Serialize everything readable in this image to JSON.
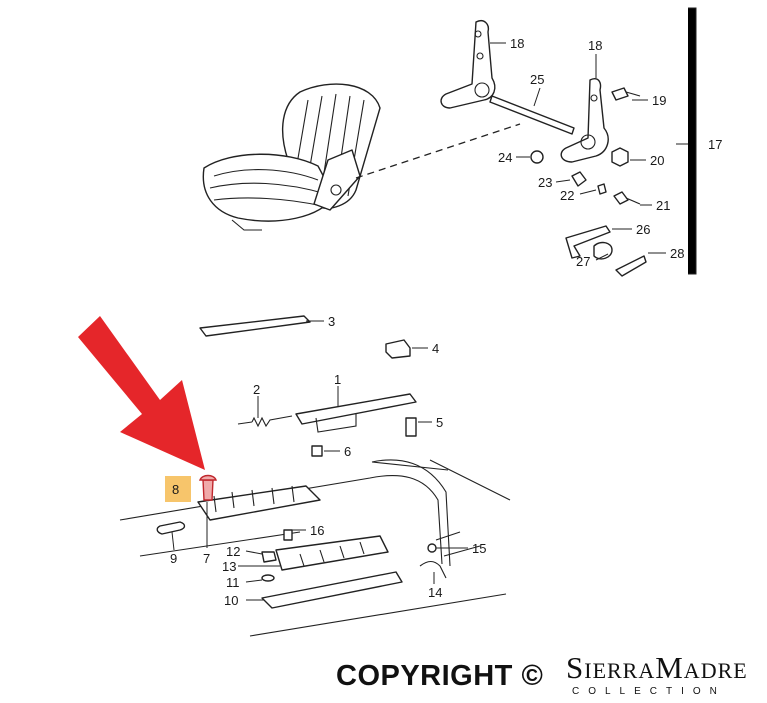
{
  "labels": {
    "p1": "1",
    "p2": "2",
    "p3": "3",
    "p4": "4",
    "p5": "5",
    "p6": "6",
    "p7": "7",
    "p8": "8",
    "p9": "9",
    "p10": "10",
    "p11": "11",
    "p12": "12",
    "p13": "13",
    "p14": "14",
    "p15": "15",
    "p16": "16",
    "p17": "17",
    "p18a": "18",
    "p18b": "18",
    "p19": "19",
    "p20": "20",
    "p21": "21",
    "p22": "22",
    "p23": "23",
    "p24": "24",
    "p25": "25",
    "p26": "26",
    "p27": "27",
    "p28": "28"
  },
  "highlight": {
    "part": "8",
    "box_color": "#f7c56b",
    "arrow_color": "#e5262a"
  },
  "footer": {
    "copyright": "COPYRIGHT ©",
    "brand": "SierraMadre",
    "brand_sub": "COLLECTION"
  }
}
